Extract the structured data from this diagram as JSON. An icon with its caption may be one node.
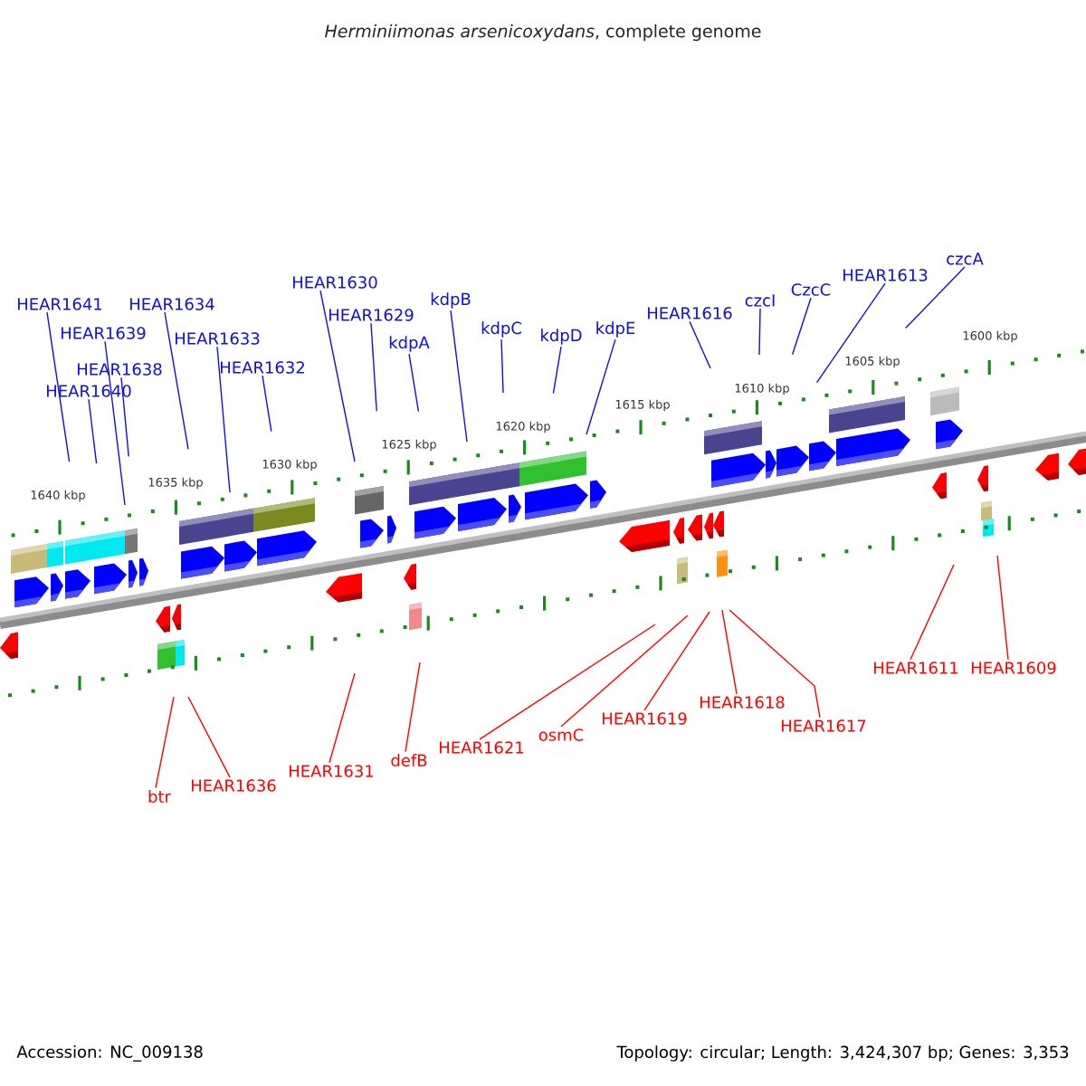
{
  "diagram": {
    "title": "*Herminiimonas arsenicoxydans*, complete genome",
    "nodes": [
      {
        "text": [
          "HEAR1641"
        ]
      },
      {
        "text": [
          "HEAR1639"
        ]
      },
      {
        "text": [
          "HEAR1638"
        ]
      },
      {
        "text": [
          "HEAR1640"
        ]
      },
      {
        "text": [
          "HEAR1634"
        ]
      },
      {
        "text": [
          "HEAR1633"
        ]
      },
      {
        "text": [
          "HEAR1632"
        ]
      },
      {
        "text": [
          "HEAR1630"
        ]
      },
      {
        "text": [
          "HEAR1629"
        ]
      },
      {
        "text": [
          "kdpA"
        ]
      },
      {
        "text": [
          "kdpB"
        ]
      },
      {
        "text": [
          "kdpC"
        ]
      },
      {
        "text": [
          "kdpD"
        ]
      },
      {
        "text": [
          "kdpE"
        ]
      },
      {
        "text": [
          "HEAR1616"
        ]
      },
      {
        "text": [
          "czcI"
        ]
      },
      {
        "text": [
          "CzcC"
        ]
      },
      {
        "text": [
          "HEAR1613"
        ]
      },
      {
        "text": [
          "czcA"
        ]
      },
      {
        "text": [
          "btr"
        ]
      },
      {
        "text": [
          "HEAR1636"
        ]
      },
      {
        "text": [
          "HEAR1631"
        ]
      },
      {
        "text": [
          "defB"
        ]
      },
      {
        "text": [
          "HEAR1621"
        ]
      },
      {
        "text": [
          "osmC"
        ]
      },
      {
        "text": [
          "HEAR1619"
        ]
      },
      {
        "text": [
          "HEAR1618"
        ]
      },
      {
        "text": [
          "HEAR1617"
        ]
      },
      {
        "text": [
          "HEAR1611"
        ]
      },
      {
        "text": [
          "HEAR1609"
        ]
      }
    ],
    "edges": [
      {
        "from": 0,
        "to": null,
        "arrow": "none"
      },
      {
        "from": 1,
        "to": null,
        "arrow": "none"
      },
      {
        "from": 2,
        "to": null,
        "arrow": "none"
      },
      {
        "from": 3,
        "to": null,
        "arrow": "none"
      },
      {
        "from": 4,
        "to": null,
        "arrow": "none"
      },
      {
        "from": 5,
        "to": null,
        "arrow": "none"
      },
      {
        "from": 6,
        "to": null,
        "arrow": "none"
      },
      {
        "from": 7,
        "to": null,
        "arrow": "none"
      },
      {
        "from": 8,
        "to": null,
        "arrow": "none"
      },
      {
        "from": 9,
        "to": null,
        "arrow": "none"
      },
      {
        "from": 10,
        "to": null,
        "arrow": "none"
      },
      {
        "from": 11,
        "to": null,
        "arrow": "none"
      },
      {
        "from": 12,
        "to": null,
        "arrow": "none"
      },
      {
        "from": 13,
        "to": null,
        "arrow": "none"
      },
      {
        "from": 14,
        "to": null,
        "arrow": "none"
      },
      {
        "from": 15,
        "to": null,
        "arrow": "none"
      },
      {
        "from": 16,
        "to": null,
        "arrow": "none"
      },
      {
        "from": 17,
        "to": null,
        "arrow": "none"
      },
      {
        "from": 18,
        "to": null,
        "arrow": "none"
      },
      {
        "from": 19,
        "to": null,
        "arrow": "none",
        "color": "#ff0000"
      },
      {
        "from": 20,
        "to": null,
        "arrow": "none",
        "color": "#ff0000"
      },
      {
        "from": 21,
        "to": null,
        "arrow": "none",
        "color": "#ff0000"
      },
      {
        "from": 22,
        "to": null,
        "arrow": "none",
        "color": "#ff0000"
      },
      {
        "from": 23,
        "to": null,
        "arrow": "none",
        "color": "#ff0000"
      },
      {
        "from": 24,
        "to": null,
        "arrow": "none",
        "color": "#ff0000"
      },
      {
        "from": 25,
        "to": null,
        "arrow": "none",
        "color": "#ff0000"
      },
      {
        "from": 26,
        "to": null,
        "arrow": "none",
        "color": "#ff0000"
      },
      {
        "from": 27,
        "to": null,
        "arrow": "none",
        "color": "#ff0000"
      },
      {
        "from": 28,
        "to": null,
        "arrow": "none",
        "color": "#ff0000"
      },
      {
        "from": 29,
        "to": null,
        "arrow": "none",
        "color": "#ff0000"
      }
    ],
    "labels": [
      "1600 kbp",
      "1605 kbp",
      "1610 kbp",
      "1615 kbp",
      "1620 kbp",
      "1625 kbp",
      "1630 kbp",
      "1635 kbp",
      "1640 kbp",
      "Accession: NC_009138",
      "Topology: circular; Length: 3,424,307 bp; Genes: 3,353"
    ]
  }
}
